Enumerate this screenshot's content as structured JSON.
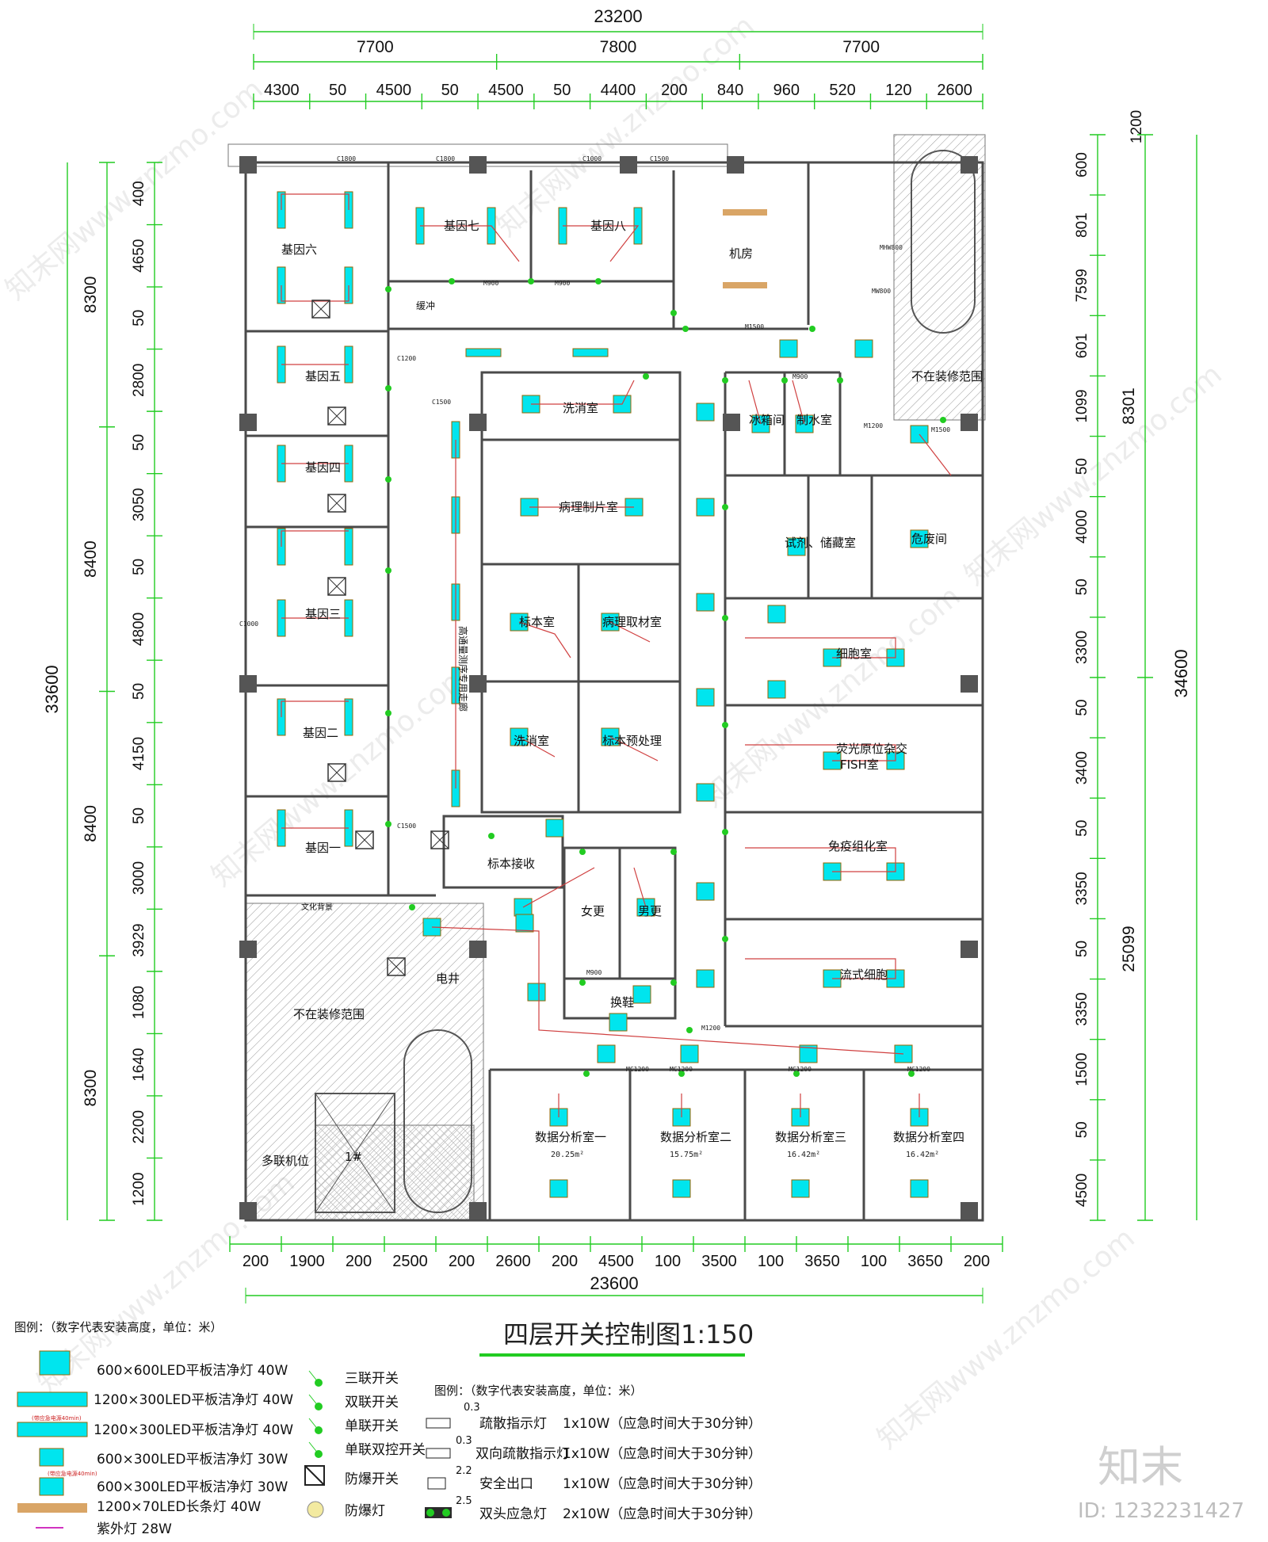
{
  "drawing": {
    "title": "四层开关控制图1:150",
    "colors": {
      "dimension": "#22cc22",
      "wall": "#4a4a4a",
      "panel_light": "#00e5ee",
      "wire": "#d04040",
      "switch": "#22cc22",
      "hatch": "#9a9a9a"
    }
  },
  "dims": {
    "top_total": "23200",
    "top_row2": [
      "7700",
      "7800",
      "7700"
    ],
    "top_row3": [
      "4300",
      "50",
      "4500",
      "50",
      "4500",
      "50",
      "4400",
      "200",
      "840",
      "960",
      "520",
      "120",
      "2600"
    ],
    "top_right": "1200",
    "bottom_row": [
      "200",
      "1900",
      "200",
      "2500",
      "200",
      "2600",
      "200",
      "4500",
      "100",
      "3500",
      "100",
      "3650",
      "100",
      "3650",
      "200"
    ],
    "bottom_total": "23600",
    "left_total": "33600",
    "left_mid": [
      "8300",
      "8400",
      "8400",
      "8300"
    ],
    "left_inner": [
      "400",
      "4650",
      "50",
      "2800",
      "50",
      "3050",
      "50",
      "4800",
      "50",
      "4150",
      "50",
      "3000",
      "3929",
      "1080",
      "1640",
      "2200",
      "1200"
    ],
    "right_total": "34600",
    "right_mid": [
      "8301",
      "25099"
    ],
    "right_inner": [
      "600",
      "801",
      "7599",
      "601",
      "1099",
      "50",
      "4000",
      "50",
      "3300",
      "50",
      "3400",
      "50",
      "3350",
      "50",
      "3350",
      "1500",
      "50",
      "4500"
    ]
  },
  "rooms": [
    {
      "label": "基因六"
    },
    {
      "label": "基因七"
    },
    {
      "label": "基因八"
    },
    {
      "label": "机房"
    },
    {
      "label": "基因五"
    },
    {
      "label": "基因四"
    },
    {
      "label": "基因三"
    },
    {
      "label": "基因二"
    },
    {
      "label": "基因一"
    },
    {
      "label": "洗消室"
    },
    {
      "label": "病理制片室"
    },
    {
      "label": "标本室"
    },
    {
      "label": "病理取材室"
    },
    {
      "label": "洗消室"
    },
    {
      "label": "标本预处理"
    },
    {
      "label": "冰箱间"
    },
    {
      "label": "制水室"
    },
    {
      "label": "试剂、储藏室"
    },
    {
      "label": "危废间"
    },
    {
      "label": "细胞室"
    },
    {
      "label": "荧光原位杂交"
    },
    {
      "label": "FISH室"
    },
    {
      "label": "免疫组化室"
    },
    {
      "label": "流式细胞"
    },
    {
      "label": "标本接收"
    },
    {
      "label": "女更"
    },
    {
      "label": "男更"
    },
    {
      "label": "换鞋"
    },
    {
      "label": "电井"
    },
    {
      "label": "不在装修范围"
    },
    {
      "label": "不在装修范围"
    },
    {
      "label": "多联机位"
    },
    {
      "label": "数据分析室一"
    },
    {
      "label": "数据分析室二"
    },
    {
      "label": "数据分析室三"
    },
    {
      "label": "数据分析室四"
    },
    {
      "label": "20.25m²"
    },
    {
      "label": "15.75m²"
    },
    {
      "label": "16.42m²"
    },
    {
      "label": "16.42m²"
    },
    {
      "label": "高通量测序专用走廊"
    },
    {
      "label": "缓冲"
    },
    {
      "label": "文化背景"
    },
    {
      "label": "1#"
    }
  ],
  "doors": [
    "C1800",
    "C1800",
    "C1000",
    "C1500",
    "M900",
    "M900",
    "M900",
    "C1200",
    "C1500",
    "M1500",
    "M1200",
    "MC1200",
    "MC1200",
    "MC1200",
    "MC1200",
    "M1500",
    "M1200",
    "MHW800",
    "MW800",
    "M900",
    "C1000",
    "C1500"
  ],
  "legend_left": {
    "heading": "图例：（数字代表安装高度，单位：米）",
    "items": [
      {
        "text": "600×600LED平板洁净灯 40W"
      },
      {
        "text": "1200×300LED平板洁净灯 40W"
      },
      {
        "text": "1200×300LED平板洁净灯 40W"
      },
      {
        "text": "600×300LED平板洁净灯 30W"
      },
      {
        "text": "600×300LED平板洁净灯 30W"
      },
      {
        "text": "1200×70LED长条灯 40W"
      },
      {
        "text": "紫外灯 28W"
      }
    ],
    "emergency_note": "(带应急电源40min)"
  },
  "legend_mid": {
    "items": [
      {
        "text": "三联开关"
      },
      {
        "text": "双联开关"
      },
      {
        "text": "单联开关"
      },
      {
        "text": "单联双控开关"
      },
      {
        "text": "防爆开关"
      },
      {
        "text": "防爆灯"
      }
    ]
  },
  "legend_right": {
    "heading": "图例：（数字代表安装高度，单位：米）",
    "items": [
      {
        "height": "0.3",
        "name": "疏散指示灯",
        "spec": "1x10W（应急时间大于30分钟）"
      },
      {
        "height": "0.3",
        "name": "双向疏散指示灯",
        "spec": "1x10W（应急时间大于30分钟）"
      },
      {
        "height": "2.2",
        "name": "安全出口",
        "spec": "1x10W（应急时间大于30分钟）"
      },
      {
        "height": "2.5",
        "name": "双头应急灯",
        "spec": "2x10W（应急时间大于30分钟）"
      }
    ]
  },
  "brand": {
    "logo": "知末",
    "id_text": "ID: 1232231427",
    "watermark": "知末网www.znzmo.com"
  }
}
